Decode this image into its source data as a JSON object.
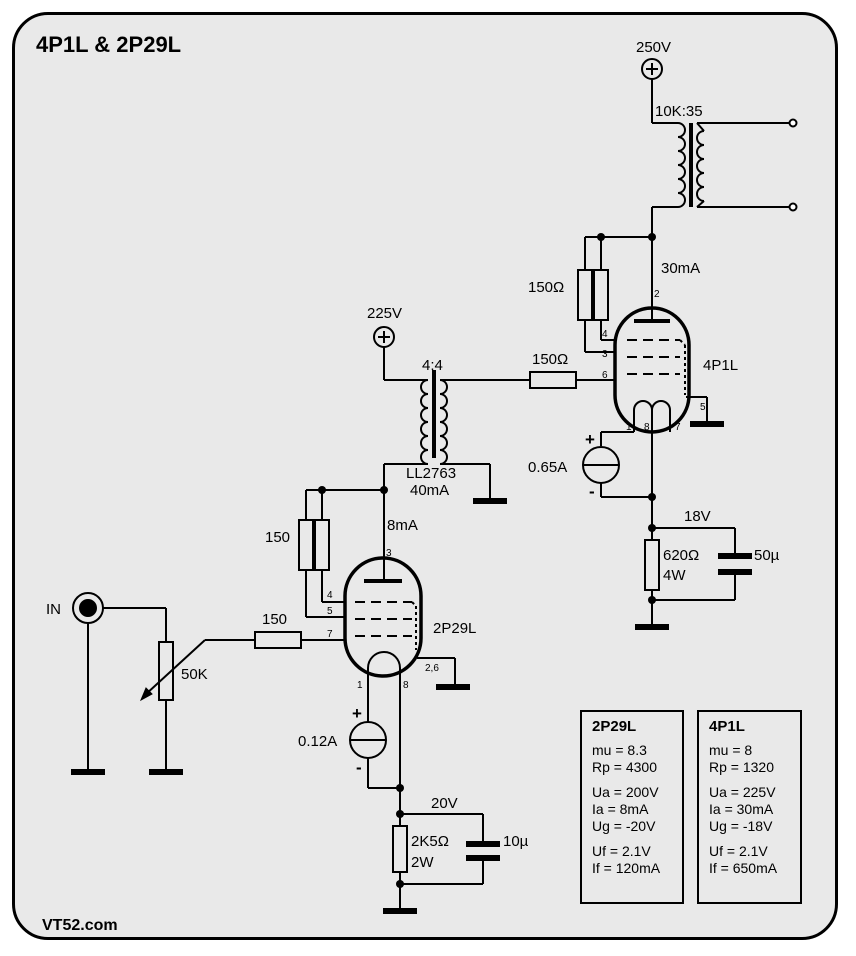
{
  "title": "4P1L & 2P29L",
  "footer": "VT52.com",
  "labels": {
    "b250": "250V",
    "ot": "10K:35",
    "i30": "30mA",
    "r150a": "150Ω",
    "r150b": "150Ω",
    "tube1": "4P1L",
    "c065": "0.65A",
    "v18": "18V",
    "r620a": "620Ω",
    "r620b": "4W",
    "c50": "50µ",
    "b225": "225V",
    "it": "4:4",
    "itname": "LL2763",
    "i40": "40mA",
    "i8": "8mA",
    "r150c": "150",
    "r150d": "150",
    "tube2": "2P29L",
    "inp": "IN",
    "pot": "50K",
    "c012": "0.12A",
    "v20": "20V",
    "r2k5a": "2K5Ω",
    "r2k5b": "2W",
    "c10": "10µ",
    "plus": "+",
    "minus": "-"
  },
  "pins": {
    "t1_2": "2",
    "t1_4": "4",
    "t1_3": "3",
    "t1_6": "6",
    "t1_5": "5",
    "t1_1": "1",
    "t1_8": "8",
    "t1_7": "7",
    "t2_3": "3",
    "t2_4": "4",
    "t2_5": "5",
    "t2_7": "7",
    "t2_26": "2,6",
    "t2_1": "1",
    "t2_8": "8"
  },
  "params": [
    {
      "name": "2P29L",
      "groups": [
        [
          "mu = 8.3",
          "Rp = 4300"
        ],
        [
          "Ua = 200V",
          "Ia = 8mA",
          "Ug = -20V"
        ],
        [
          "Uf = 2.1V",
          "If = 120mA"
        ]
      ]
    },
    {
      "name": "4P1L",
      "groups": [
        [
          "mu = 8",
          "Rp = 1320"
        ],
        [
          "Ua = 225V",
          "Ia = 30mA",
          "Ug = -18V"
        ],
        [
          "Uf = 2.1V",
          "If = 650mA"
        ]
      ]
    }
  ]
}
